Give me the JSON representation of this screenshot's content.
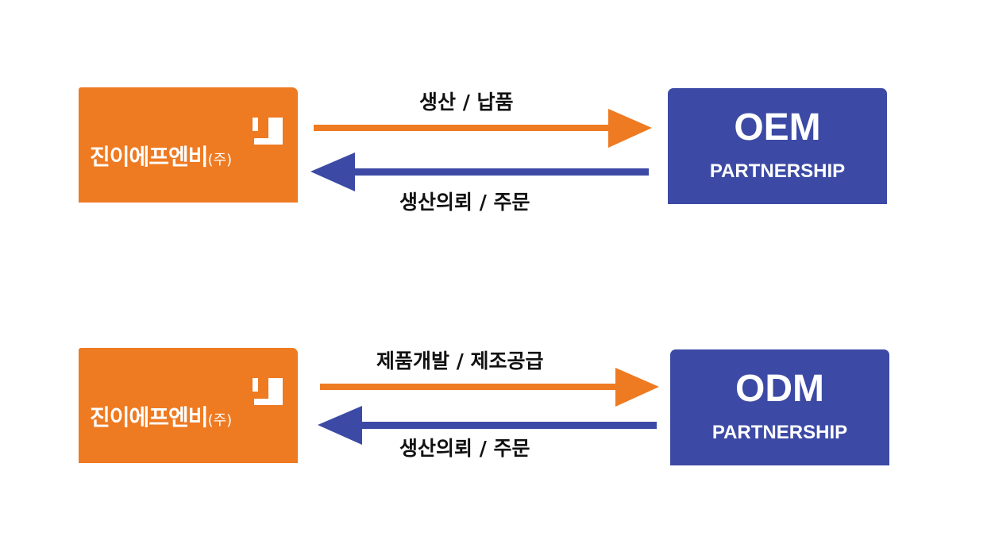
{
  "company": {
    "name": "진이에프엔비",
    "suffix": "(주)"
  },
  "rows": [
    {
      "partner_title": "OEM",
      "partner_subtitle": "PARTNERSHIP",
      "forward_label": "생산 / 납품",
      "backward_label": "생산의뢰 / 주문"
    },
    {
      "partner_title": "ODM",
      "partner_subtitle": "PARTNERSHIP",
      "forward_label": "제품개발 / 제조공급",
      "backward_label": "생산의뢰 / 주문"
    }
  ],
  "colors": {
    "company_orange": "#ee7a22",
    "partner_blue": "#3c4aa5",
    "forward_arrow": "#ee7a22",
    "backward_arrow": "#3c4aa5"
  }
}
